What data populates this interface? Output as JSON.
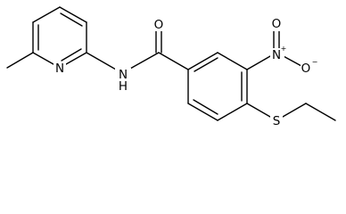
{
  "atom_labels": {
    "pyridine_n": "N",
    "amide_n": "N",
    "amide_h": "H",
    "carbonyl_o": "O",
    "nitro_n": "N",
    "nitro_n_charge": "+",
    "nitro_o_top": "O",
    "nitro_o_minus": "O",
    "nitro_o_minus_charge": "−",
    "thioether_s": "S"
  },
  "colors": {
    "bond": "#000000",
    "label": "#000000",
    "background": "#ffffff"
  }
}
